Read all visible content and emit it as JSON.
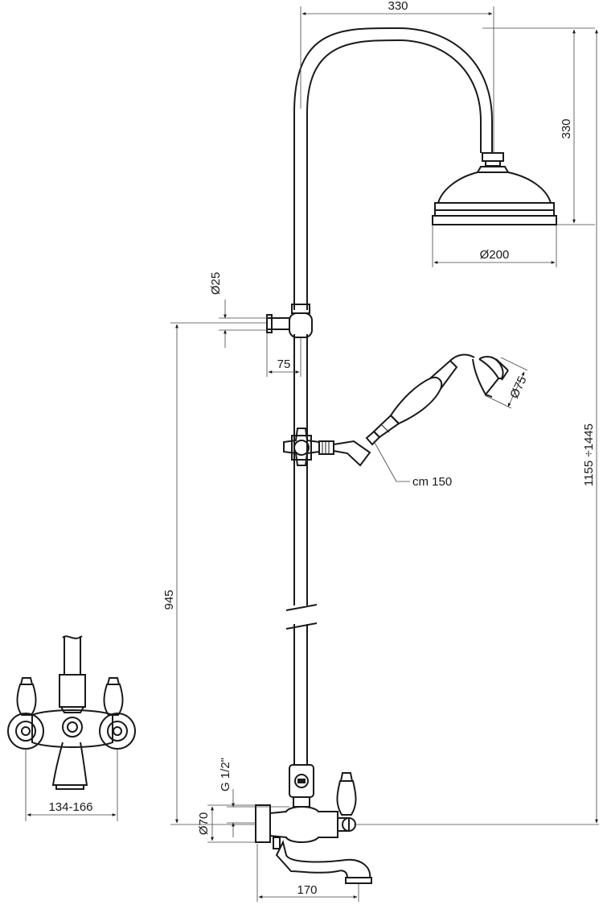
{
  "dimensions": {
    "arm_width": "330",
    "arm_drop": "330",
    "head_diameter": "Ø200",
    "pipe_diameter": "Ø25",
    "bracket_offset": "75",
    "hand_shower_diameter": "Ø75",
    "hose_length": "cm 150",
    "total_height": "1155 ÷1445",
    "bracket_height": "945",
    "inlet_thread": "G 1/2\"",
    "mixer_diameter": "Ø70",
    "spout_length": "170",
    "inlet_centers": "134-166"
  },
  "colors": {
    "line": "#1a1a1a",
    "background": "#ffffff"
  }
}
